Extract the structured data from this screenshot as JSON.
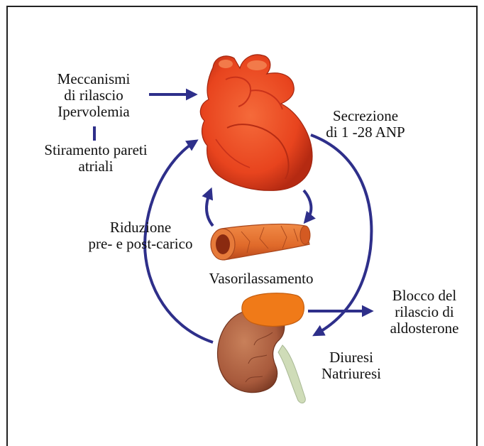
{
  "colors": {
    "arrow": "#2e2f8a",
    "heart": "#e8441e",
    "heart_dark": "#b52a12",
    "vessel": "#e06a2a",
    "kidney": "#a85a3c",
    "adrenal": "#f07a18",
    "ureter": "#cfdcb8"
  },
  "labels": {
    "release_mechanisms": {
      "line1": "Meccanismi",
      "line2": "di rilascio",
      "line3": "Ipervolemia"
    },
    "atrial_stretch": {
      "line1": "Stiramento pareti",
      "line2": "atriali"
    },
    "secretion": {
      "line1": "Secrezione",
      "line2": "di 1 -28 ANP"
    },
    "load_reduction": {
      "line1": "Riduzione",
      "line2": "pre- e post-carico"
    },
    "vasorelaxation": "Vasorilassamento",
    "aldosterone_block": {
      "line1": "Blocco del",
      "line2": "rilascio di",
      "line3": "aldosterone"
    },
    "diuresis": {
      "line1": "Diuresi",
      "line2": "Natriuresi"
    }
  },
  "icons": [
    "heart-illustration",
    "blood-vessel-illustration",
    "kidney-illustration"
  ]
}
